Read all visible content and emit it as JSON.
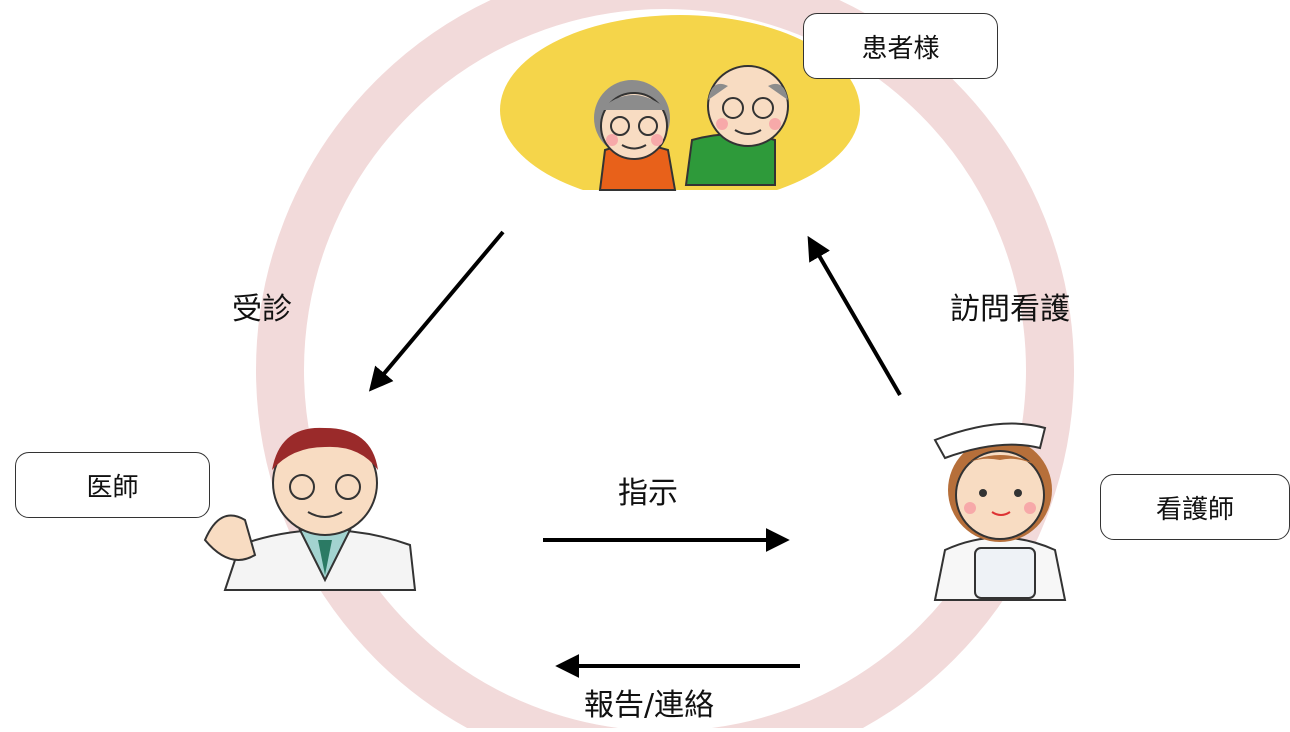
{
  "nodes": {
    "patient": "患者様",
    "doctor": "医師",
    "nurse": "看護師"
  },
  "edges": {
    "consultation": "受診",
    "home_nursing": "訪問看護",
    "instruction": "指示",
    "report": "報告/連絡"
  },
  "colors": {
    "ring": "#f2dada",
    "sun": "#f5d54a",
    "arrow": "#000000"
  }
}
